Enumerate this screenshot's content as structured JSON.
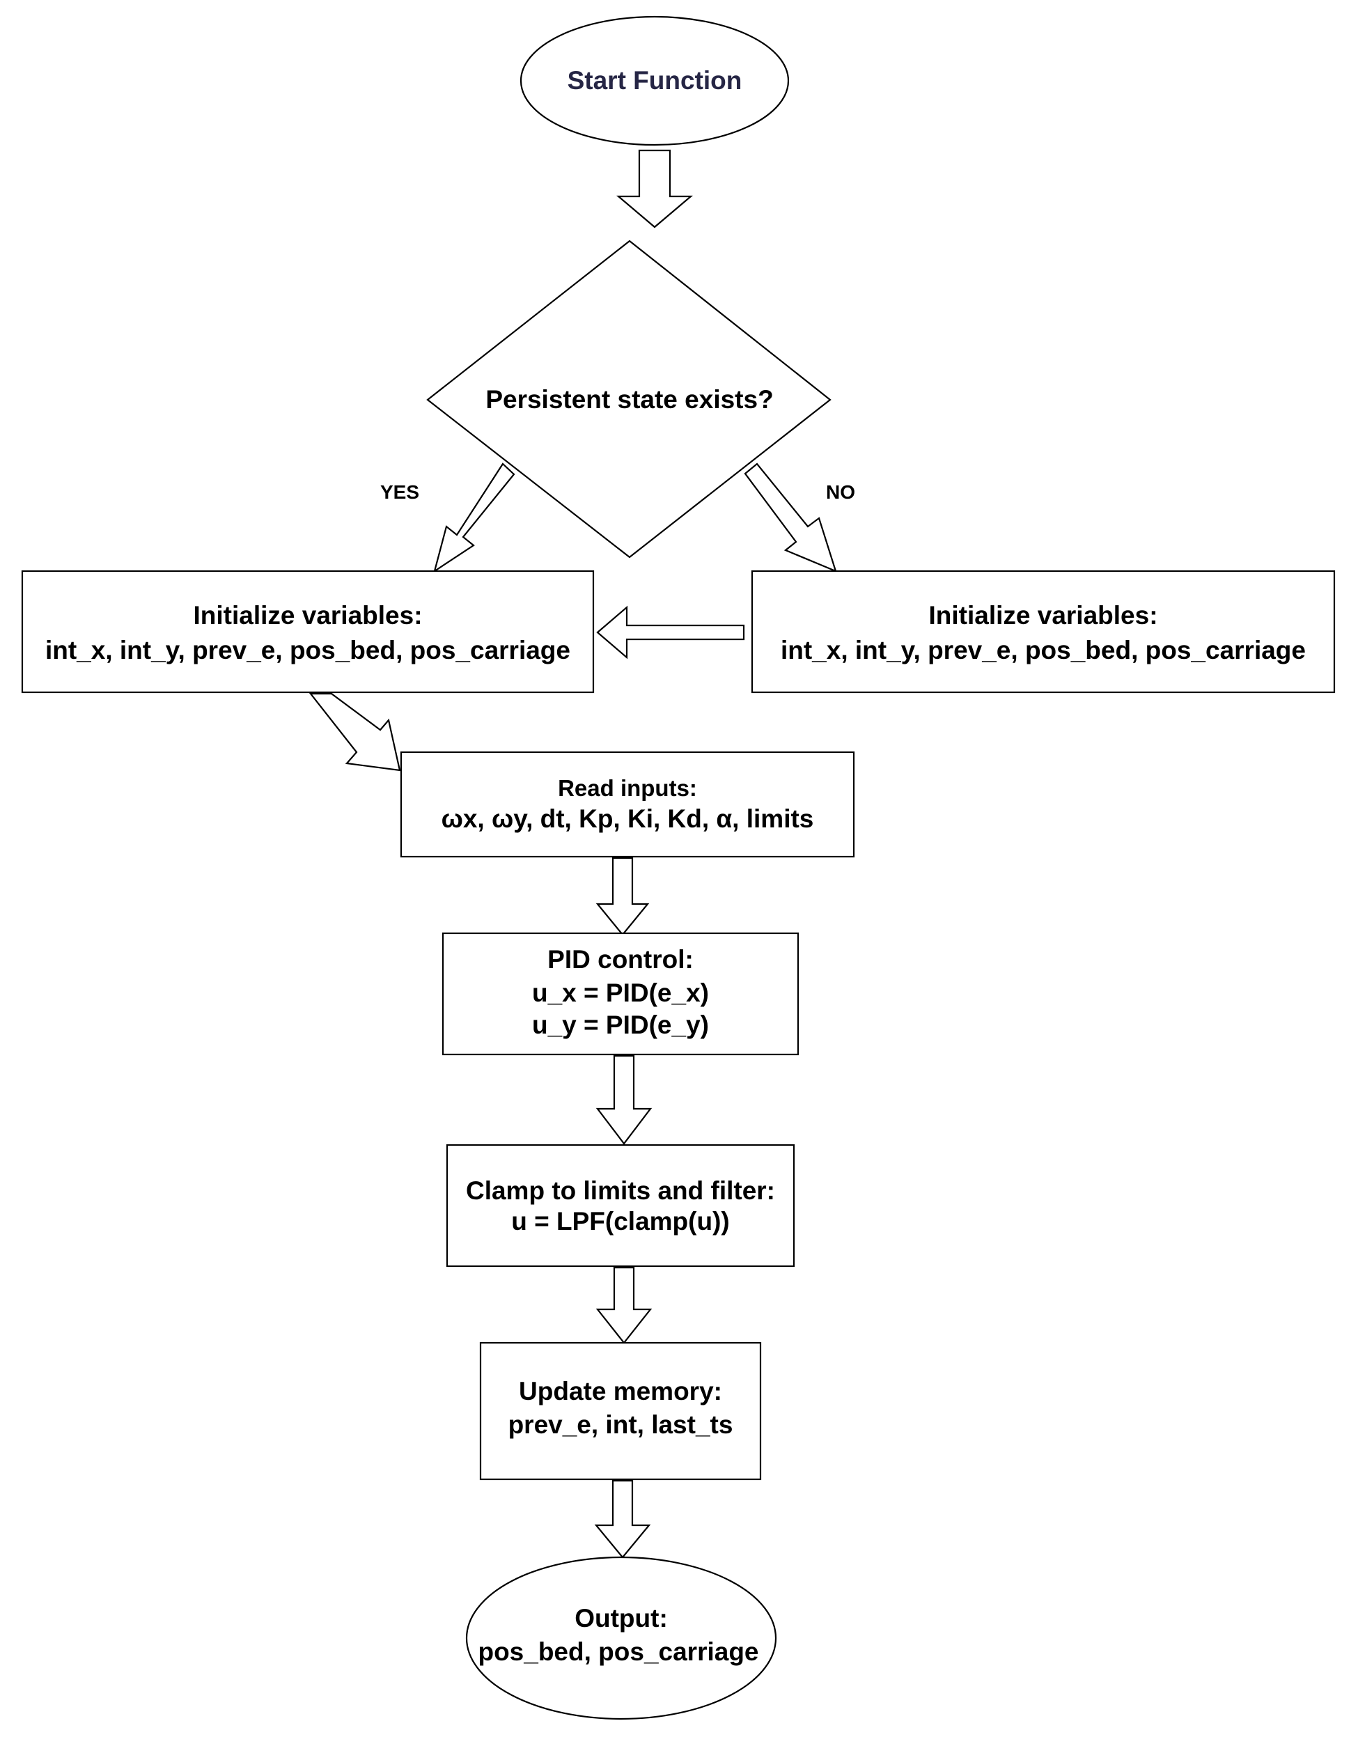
{
  "nodes": {
    "start": {
      "label": "Start Function"
    },
    "decision": {
      "label": "Persistent state exists?"
    },
    "init_yes": {
      "line1": "Initialize variables:",
      "line2": "int_x, int_y, prev_e, pos_bed, pos_carriage"
    },
    "init_no": {
      "line1": "Initialize variables:",
      "line2": "int_x, int_y, prev_e, pos_bed, pos_carriage"
    },
    "read_inputs": {
      "line1": "Read inputs:",
      "line2": "ωx, ωy, dt, Kp, Ki, Kd, α, limits"
    },
    "pid": {
      "line1": "PID control:",
      "line2": "u_x = PID(e_x)",
      "line3": "u_y = PID(e_y)"
    },
    "clamp": {
      "line1": "Clamp to limits and filter:",
      "line2": "u = LPF(clamp(u))"
    },
    "update": {
      "line1": "Update memory:",
      "line2": "prev_e, int, last_ts"
    },
    "output": {
      "line1": "Output:",
      "line2": "pos_bed, pos_carriage"
    }
  },
  "edges": {
    "yes_label": "YES",
    "no_label": "NO"
  }
}
